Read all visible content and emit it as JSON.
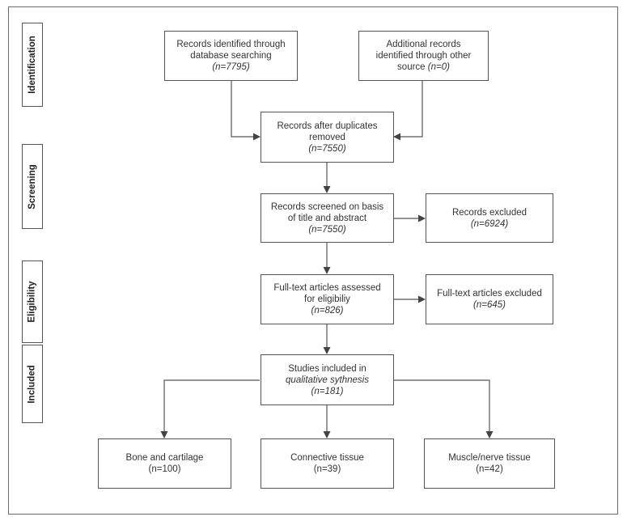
{
  "stages": {
    "identification": "Identification",
    "screening": "Screening",
    "eligibility": "Eligibility",
    "included": "Included"
  },
  "boxes": {
    "db_search": {
      "line1": "Records identified through",
      "line2": "database searching",
      "count": "(n=7795)"
    },
    "other_source": {
      "line1": "Additional records",
      "line2": "identified through other",
      "line3": "source",
      "count": "(n=0)"
    },
    "dedup": {
      "line1": "Records after duplicates",
      "line2": "removed",
      "count": "(n=7550)"
    },
    "screened": {
      "line1": "Records screened on basis",
      "line2": "of title and abstract",
      "count": "(n=7550)"
    },
    "excluded": {
      "line1": "Records excluded",
      "count": "(n=6924)"
    },
    "fulltext": {
      "line1": "Full-text articles assessed",
      "line2": "for eligibiliy",
      "count": "(n=826)"
    },
    "fulltext_excluded": {
      "line1": "Full-text articles excluded",
      "count": "(n=645)"
    },
    "included": {
      "line1": "Studies included in",
      "line2": "qualitative sythnesis",
      "count": "(n=181)"
    },
    "bone": {
      "line1": "Bone and cartilage",
      "count": "(n=100)"
    },
    "connective": {
      "line1": "Connective tissue",
      "count": "(n=39)"
    },
    "muscle": {
      "line1": "Muscle/nerve tissue",
      "count": "(n=42)"
    }
  },
  "colors": {
    "line": "#555555",
    "text": "#333333",
    "background": "#ffffff"
  }
}
